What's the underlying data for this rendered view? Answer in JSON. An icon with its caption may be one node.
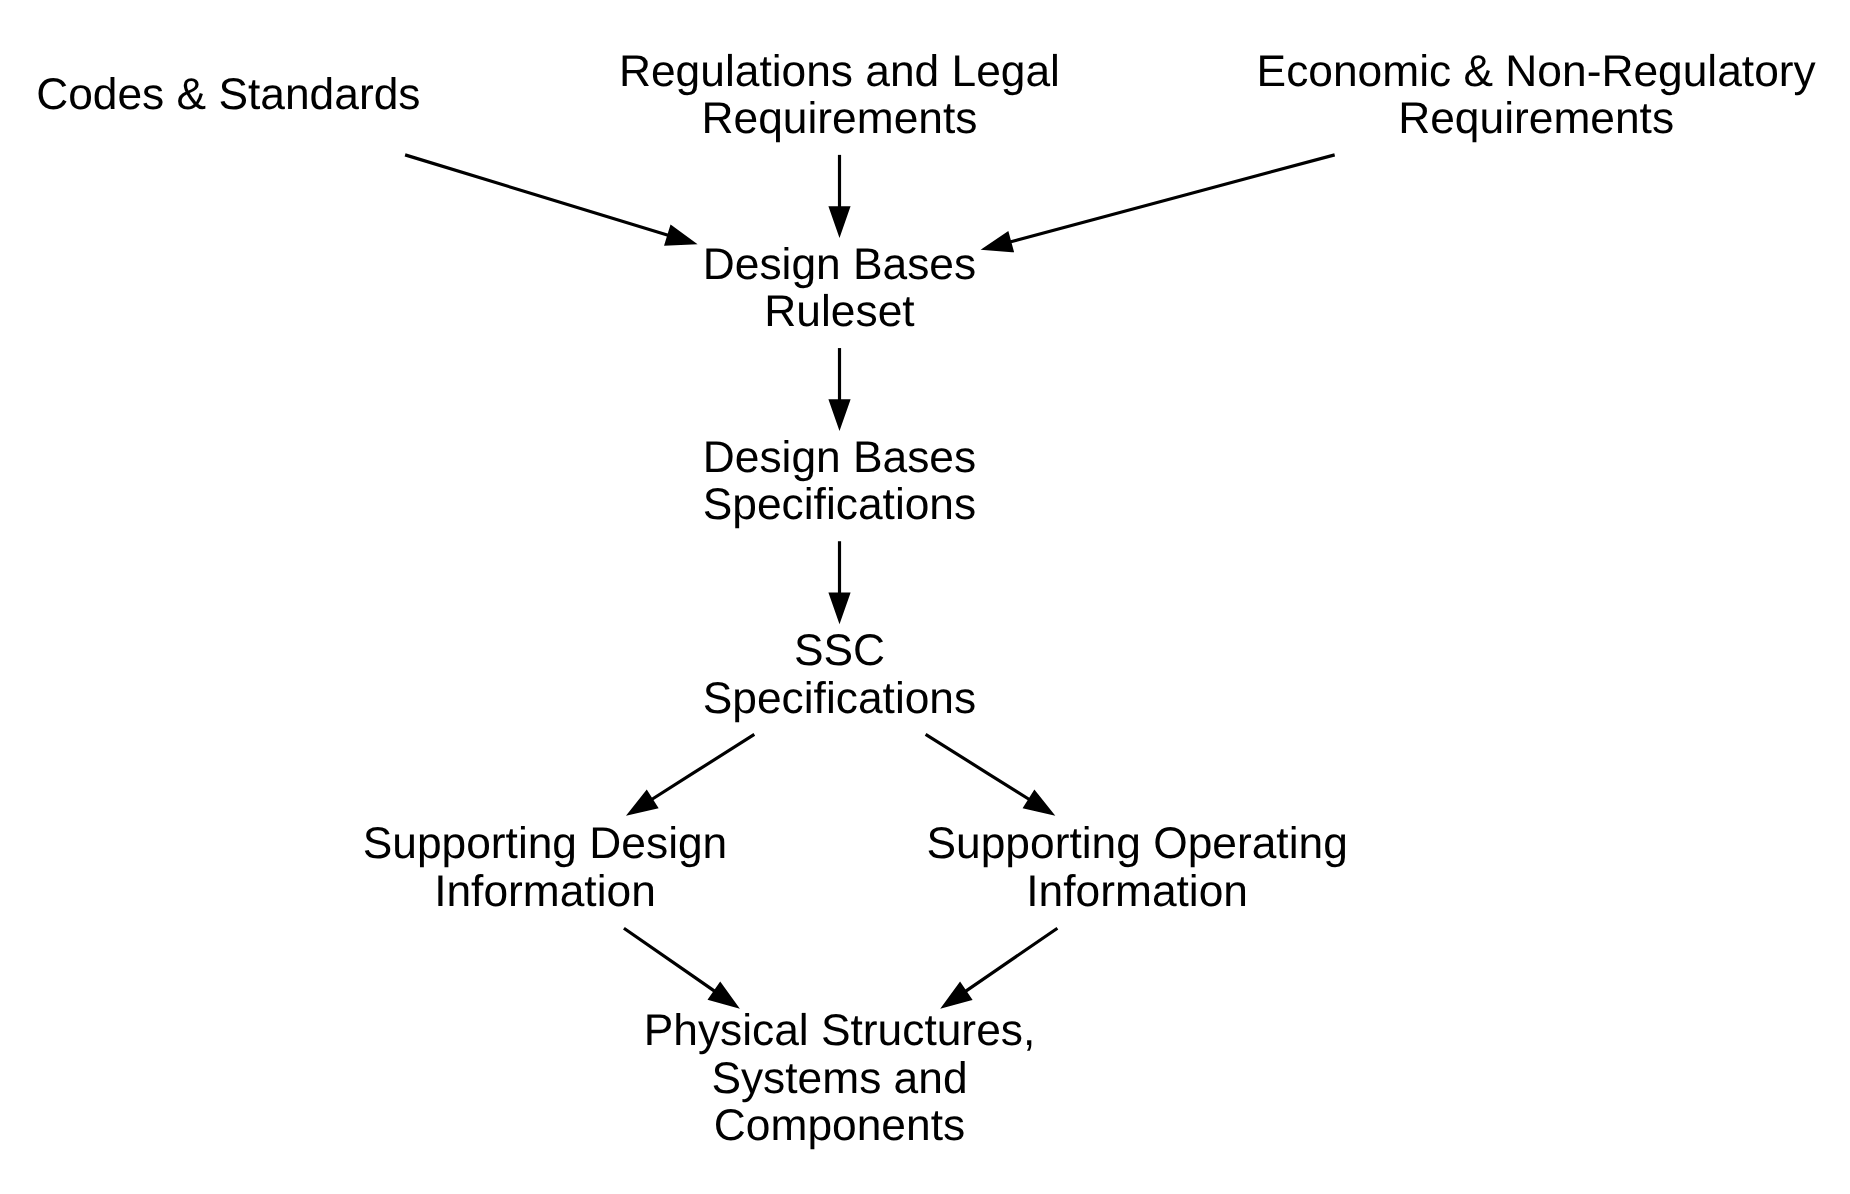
{
  "diagram": {
    "nodes": [
      {
        "text": [
          "Codes & Standards"
        ]
      },
      {
        "text": [
          "Regulations and Legal Requirements"
        ]
      },
      {
        "text": [
          "Economic & Non-Regulatory Requirements"
        ]
      },
      {
        "text": [
          "Design Bases Ruleset"
        ]
      },
      {
        "text": [
          "Design Bases Specifications"
        ]
      },
      {
        "text": [
          "SSC Specifications"
        ]
      },
      {
        "text": [
          "Supporting Design Information"
        ]
      },
      {
        "text": [
          "Supporting Operating Information"
        ]
      },
      {
        "text": [
          "Physical Structures, Systems and Components"
        ]
      }
    ],
    "edges": [
      {
        "from": 0,
        "to": 3,
        "arrow": "to"
      },
      {
        "from": 1,
        "to": 3,
        "arrow": "to"
      },
      {
        "from": 2,
        "to": 3,
        "arrow": "to"
      },
      {
        "from": 3,
        "to": 4,
        "arrow": "to"
      },
      {
        "from": 4,
        "to": 5,
        "arrow": "to"
      },
      {
        "from": 5,
        "to": 6,
        "arrow": "to"
      },
      {
        "from": 5,
        "to": 7,
        "arrow": "to"
      },
      {
        "from": 6,
        "to": 8,
        "arrow": "to"
      },
      {
        "from": 7,
        "to": 8,
        "arrow": "to"
      }
    ]
  }
}
